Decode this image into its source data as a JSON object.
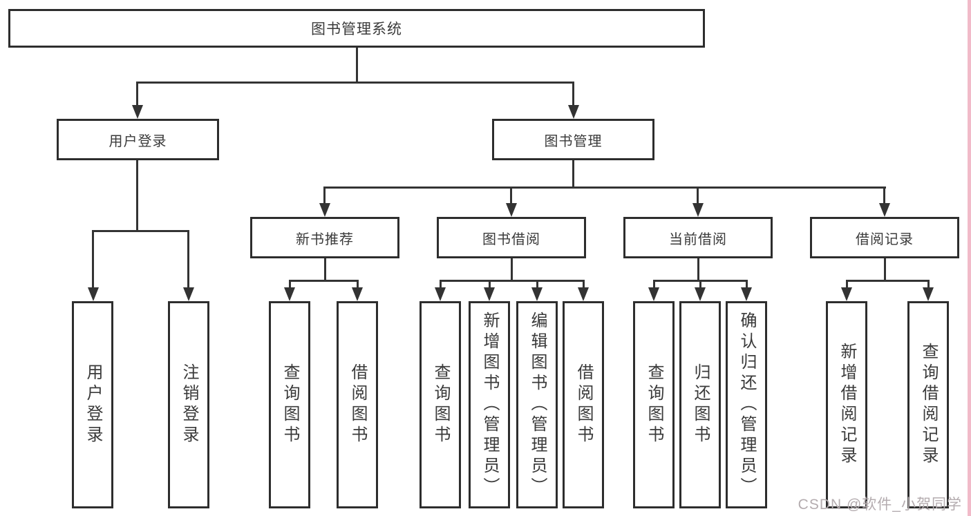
{
  "diagram": {
    "root_label": "图书管理系统",
    "level2": {
      "user": "用户登录",
      "book": "图书管理"
    },
    "level3": {
      "recommend": "新书推荐",
      "borrow": "图书借阅",
      "current": "当前借阅",
      "records": "借阅记录"
    },
    "leaves": {
      "user": [
        "用户登录",
        "注销登录"
      ],
      "recommend": [
        "查询图书",
        "借阅图书"
      ],
      "borrow": [
        "查询图书",
        "新增图书（管理员）",
        "编辑图书（管理员）",
        "借阅图书"
      ],
      "current": [
        "查询图书",
        "归还图书",
        "确认归还（管理员）"
      ],
      "records": [
        "新增借阅记录",
        "查询借阅记录"
      ]
    }
  },
  "watermark": {
    "text": "CSDN @软件_小贺同学"
  },
  "colors": {
    "line": "#333333",
    "box_border": "#2d2d2d",
    "text": "#3a3a3a",
    "watermark": "#b4acaf",
    "right_edge_strip": "#f1bac9",
    "background": "#ffffff"
  }
}
